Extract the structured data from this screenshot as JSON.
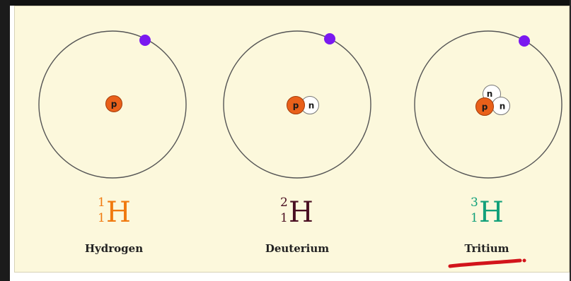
{
  "isotopes": [
    {
      "name": "Hydrogen",
      "symbol": "H",
      "mass_number": "1",
      "atomic_number": "1",
      "color": "#f07a10",
      "nucleus": [
        "p"
      ]
    },
    {
      "name": "Deuterium",
      "symbol": "H",
      "mass_number": "2",
      "atomic_number": "1",
      "color": "#4a0f22",
      "nucleus": [
        "p",
        "n"
      ]
    },
    {
      "name": "Tritium",
      "symbol": "H",
      "mass_number": "3",
      "atomic_number": "1",
      "color": "#12a07a",
      "nucleus": [
        "p",
        "n",
        "n"
      ]
    }
  ],
  "colors": {
    "proton": "#e9601a",
    "neutron": "#ffffff",
    "electron": "#7a19f0",
    "orbit": "#555555",
    "background": "#fcf8dc",
    "underline": "#d2141b"
  }
}
